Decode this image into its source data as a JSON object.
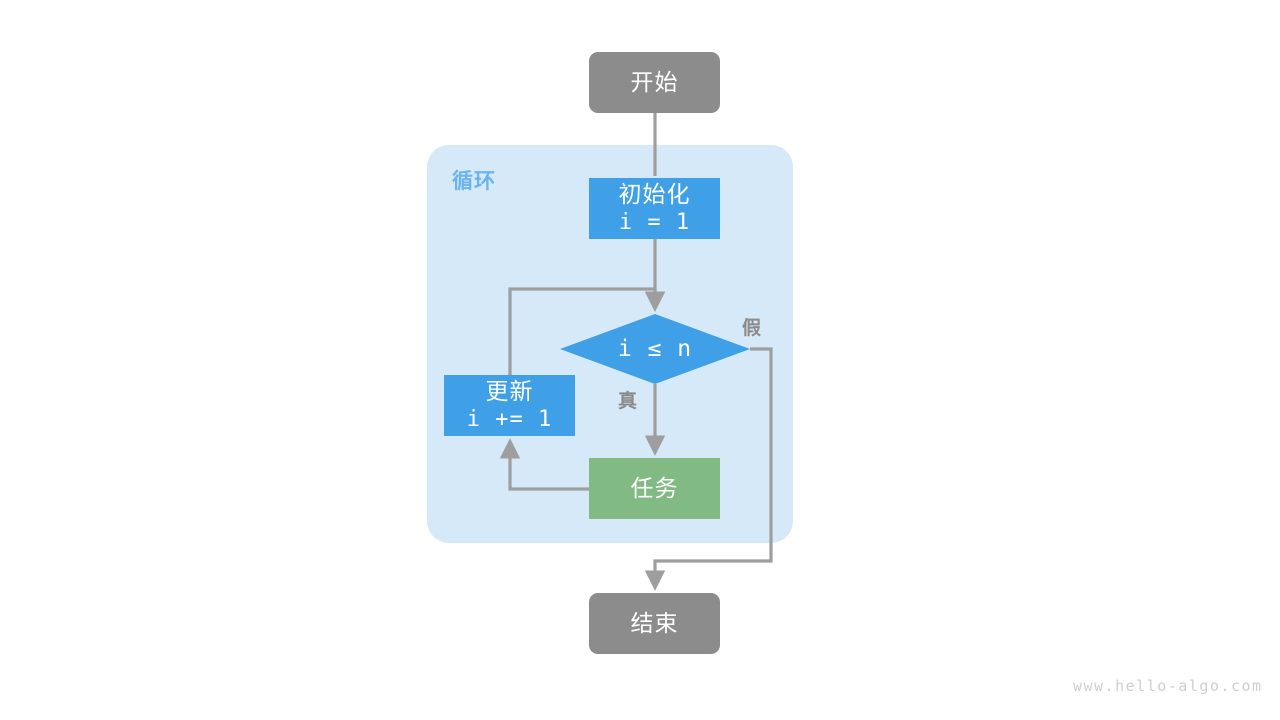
{
  "diagram": {
    "title_watermark": "www.hello-algo.com",
    "colors": {
      "terminal": "#8c8c8c",
      "process": "#3fa0e8",
      "decision": "#3fa0e8",
      "task": "#82ba84",
      "group_bg": "#d6e9f8",
      "group_label": "#6ab4ef",
      "edge": "#9e9e9e",
      "edge_label": "#8a8a8a",
      "node_text": "#ffffff",
      "background": "#ffffff",
      "watermark": "#cfcfcf"
    },
    "group": {
      "label": "循环"
    },
    "nodes": {
      "start": {
        "label": "开始",
        "shape": "rounded-rect"
      },
      "init": {
        "label_line1": "初始化",
        "label_line2": "i = 1",
        "shape": "rect"
      },
      "decision": {
        "label": "i ≤ n",
        "shape": "diamond"
      },
      "update": {
        "label_line1": "更新",
        "label_line2": "i += 1",
        "shape": "rect"
      },
      "task": {
        "label": "任务",
        "shape": "rect"
      },
      "end": {
        "label": "结束",
        "shape": "rounded-rect"
      }
    },
    "edge_labels": {
      "true_branch": "真",
      "false_branch": "假"
    }
  }
}
